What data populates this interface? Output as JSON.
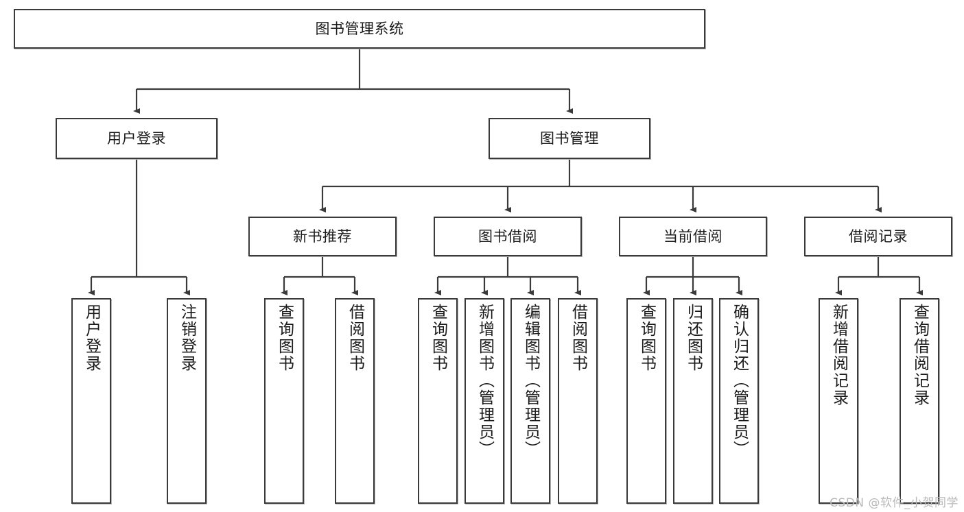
{
  "diagram": {
    "title": "图书管理系统",
    "watermark": "CSDN @软件_小贺同学",
    "colors": {
      "stroke": "#3a3a3a",
      "fill": "#ffffff",
      "text": "#1b1b1b",
      "watermark": "#b9b9b9"
    },
    "nodes": {
      "root": {
        "label": "图书管理系统"
      },
      "level2": [
        {
          "label": "用户登录"
        },
        {
          "label": "图书管理"
        }
      ],
      "level3": [
        {
          "label": "新书推荐"
        },
        {
          "label": "图书借阅"
        },
        {
          "label": "当前借阅"
        },
        {
          "label": "借阅记录"
        }
      ],
      "leaves": {
        "user_login": [
          {
            "label": "用户登录"
          },
          {
            "label": "注销登录"
          }
        ],
        "new_book_recommend": [
          {
            "label": "查询图书"
          },
          {
            "label": "借阅图书"
          }
        ],
        "book_borrow": [
          {
            "label": "查询图书"
          },
          {
            "label": "新增图书（管理员）"
          },
          {
            "label": "编辑图书（管理员）"
          },
          {
            "label": "借阅图书"
          }
        ],
        "current_borrow": [
          {
            "label": "查询图书"
          },
          {
            "label": "归还图书"
          },
          {
            "label": "确认归还（管理员）"
          }
        ],
        "borrow_record": [
          {
            "label": "新增借阅记录"
          },
          {
            "label": "查询借阅记录"
          }
        ]
      }
    }
  }
}
